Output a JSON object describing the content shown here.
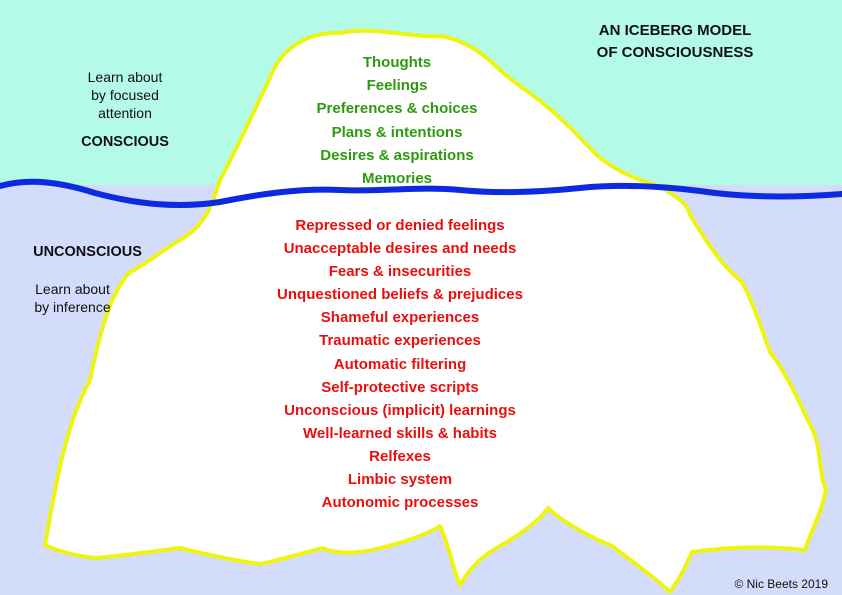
{
  "title": {
    "line1": "AN ICEBERG MODEL",
    "line2": "OF CONSCIOUSNESS"
  },
  "conscious": {
    "learn_line1": "Learn about",
    "learn_line2": "by focused",
    "learn_line3": "attention",
    "label": "CONSCIOUS",
    "items": [
      "Thoughts",
      "Feelings",
      "Preferences & choices",
      "Plans & intentions",
      "Desires & aspirations",
      "Memories"
    ],
    "color": "#2e9a10"
  },
  "unconscious": {
    "label": "UNCONSCIOUS",
    "learn_line1": "Learn about",
    "learn_line2": "by inference",
    "items": [
      "Repressed or denied feelings",
      "Unacceptable desires and needs",
      "Fears & insecurities",
      "Unquestioned beliefs & prejudices",
      "Shameful experiences",
      "Traumatic experiences",
      "Automatic filtering",
      "Self-protective scripts",
      "Unconscious (implicit) learnings",
      "Well-learned skills & habits",
      "Relfexes",
      "Limbic system",
      "Autonomic processes"
    ],
    "color": "#e80f0f"
  },
  "credit": "©  Nic Beets 2019",
  "colors": {
    "sky": "#b3fbe7",
    "water": "#d3dcfa",
    "waterline": "#0e2ae0",
    "iceberg_fill": "#ffffff",
    "iceberg_outline": "#eef40e"
  }
}
